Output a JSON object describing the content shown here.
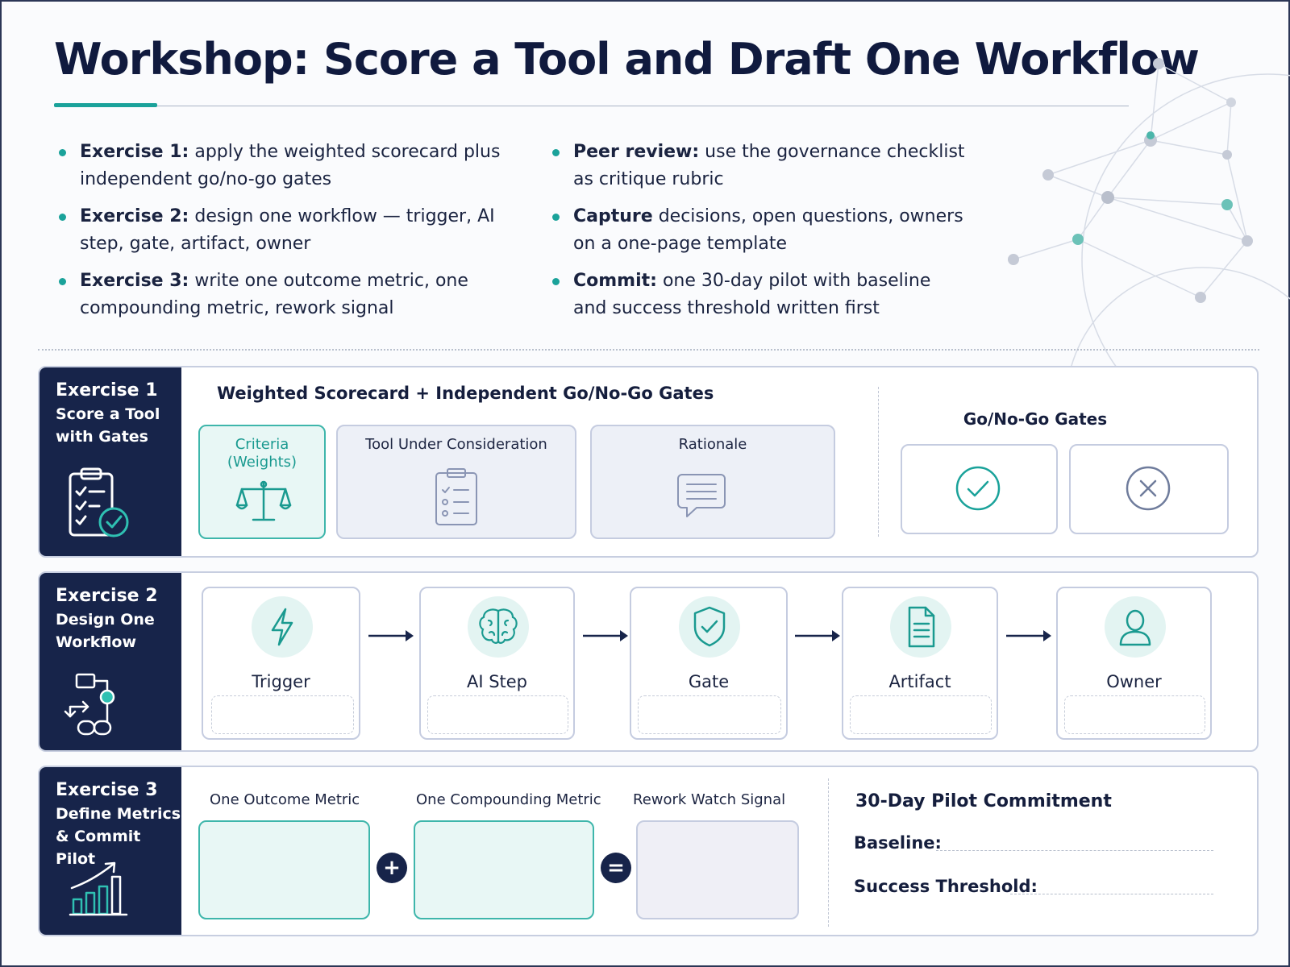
{
  "title": "Workshop: Score a Tool and Draft One Workflow",
  "bullets_left": [
    {
      "bold": "Exercise 1:",
      "text": " apply the weighted scorecard plus independent go/no-go gates"
    },
    {
      "bold": "Exercise 2:",
      "text": " design one workflow — trigger, AI step, gate, artifact, owner"
    },
    {
      "bold": "Exercise 3:",
      "text": " write one outcome metric, one compounding metric, rework signal"
    }
  ],
  "bullets_right": [
    {
      "bold": "Peer review:",
      "text": " use the governance checklist as critique rubric"
    },
    {
      "bold": "Capture",
      "text": " decisions, open questions, owners on a one-page template"
    },
    {
      "bold": "Commit:",
      "text": " one 30-day pilot with baseline and success threshold written first"
    }
  ],
  "exercise1": {
    "label": "Exercise 1",
    "sublabel_1": "Score a Tool",
    "sublabel_2": "with Gates",
    "heading": "Weighted Scorecard + Independent Go/No-Go Gates",
    "criteria_1": "Criteria",
    "criteria_2": "(Weights)",
    "tool": "Tool Under Consideration",
    "rationale": "Rationale",
    "gates_heading": "Go/No-Go Gates",
    "icons": [
      "clipboard-check-icon",
      "scale-icon",
      "clipboard-list-icon",
      "speech-bubble-icon",
      "check-circle-icon",
      "x-circle-icon"
    ]
  },
  "exercise2": {
    "label": "Exercise 2",
    "sublabel_1": "Design One",
    "sublabel_2": "Workflow",
    "steps": [
      {
        "label": "Trigger",
        "icon": "lightning-icon"
      },
      {
        "label": "AI Step",
        "icon": "brain-icon"
      },
      {
        "label": "Gate",
        "icon": "shield-check-icon"
      },
      {
        "label": "Artifact",
        "icon": "document-icon"
      },
      {
        "label": "Owner",
        "icon": "person-icon"
      }
    ]
  },
  "exercise3": {
    "label": "Exercise 3",
    "sublabel_1": "Define Metrics",
    "sublabel_2": "& Commit Pilot",
    "outcome": "One Outcome Metric",
    "compounding": "One Compounding Metric",
    "rework": "Rework Watch Signal",
    "plus": "+",
    "equals": "=",
    "pilot_title": "30-Day Pilot Commitment",
    "baseline": "Baseline:",
    "threshold": "Success Threshold:"
  },
  "colors": {
    "navy": "#17244a",
    "teal": "#1aa29a",
    "teal_light": "#e8f7f5",
    "gray_card": "#edf0f7"
  }
}
